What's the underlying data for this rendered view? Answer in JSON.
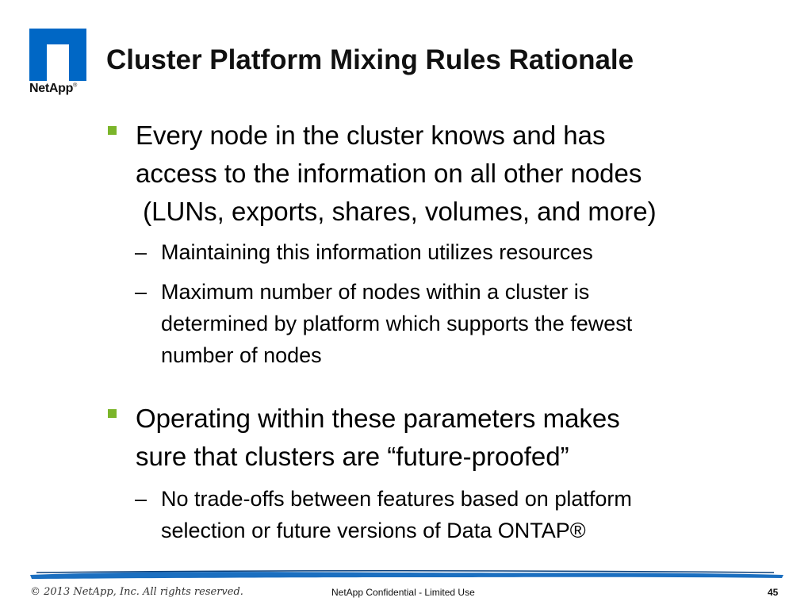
{
  "brand": {
    "logo_text": "NetApp",
    "logo_registered": "®",
    "logo_color": "#0067c5"
  },
  "slide": {
    "title": "Cluster Platform Mixing Rules Rationale",
    "bullets": [
      {
        "lines": [
          "Every node in the cluster knows and has",
          "access to the information on all other nodes",
          " (LUNs, exports, shares, volumes, and more)"
        ],
        "subbullets": [
          {
            "lines": [
              "Maintaining this information utilizes resources"
            ]
          },
          {
            "lines": [
              "Maximum number of nodes within a cluster is",
              "determined by platform which supports the fewest",
              "number of nodes"
            ]
          }
        ]
      },
      {
        "lines": [
          "Operating within these parameters makes",
          "sure that clusters are “future-proofed”"
        ],
        "subbullets": [
          {
            "lines": [
              "No trade-offs between features based on platform",
              "selection or future versions of Data ONTAP®"
            ]
          }
        ]
      }
    ],
    "bullet_color": "#7bb52a",
    "subbullet_marker": "–"
  },
  "footer": {
    "copyright": "© 2013 NetApp, Inc. All rights reserved.",
    "confidential": "NetApp Confidential - Limited Use",
    "page_number": "45",
    "rule_color": "#1b6fc0"
  }
}
